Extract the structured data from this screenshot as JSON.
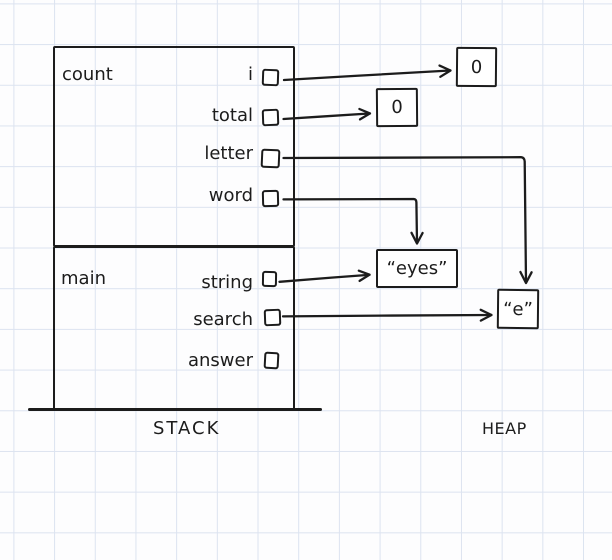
{
  "stack": {
    "label": "STACK",
    "frames": [
      {
        "label": "count",
        "vars": [
          "i",
          "total",
          "letter",
          "word"
        ]
      },
      {
        "label": "main",
        "vars": [
          "string",
          "search",
          "answer"
        ]
      }
    ]
  },
  "heap": {
    "label": "HEAP",
    "cells": [
      {
        "name": "int-for-i",
        "text": "0"
      },
      {
        "name": "int-for-total",
        "text": "0"
      },
      {
        "name": "string-eyes",
        "text": "“eyes”"
      },
      {
        "name": "string-e",
        "text": "“e”"
      }
    ]
  },
  "arrows": [
    {
      "from": "i",
      "to": "int-for-i"
    },
    {
      "from": "total",
      "to": "int-for-total"
    },
    {
      "from": "letter",
      "to": "string-e"
    },
    {
      "from": "word",
      "to": "string-eyes"
    },
    {
      "from": "string",
      "to": "string-eyes"
    },
    {
      "from": "search",
      "to": "string-e"
    }
  ],
  "colors": {
    "ink": "#1c1c1c",
    "grid": "#dce3f0",
    "paper": "#fdfdfe"
  }
}
